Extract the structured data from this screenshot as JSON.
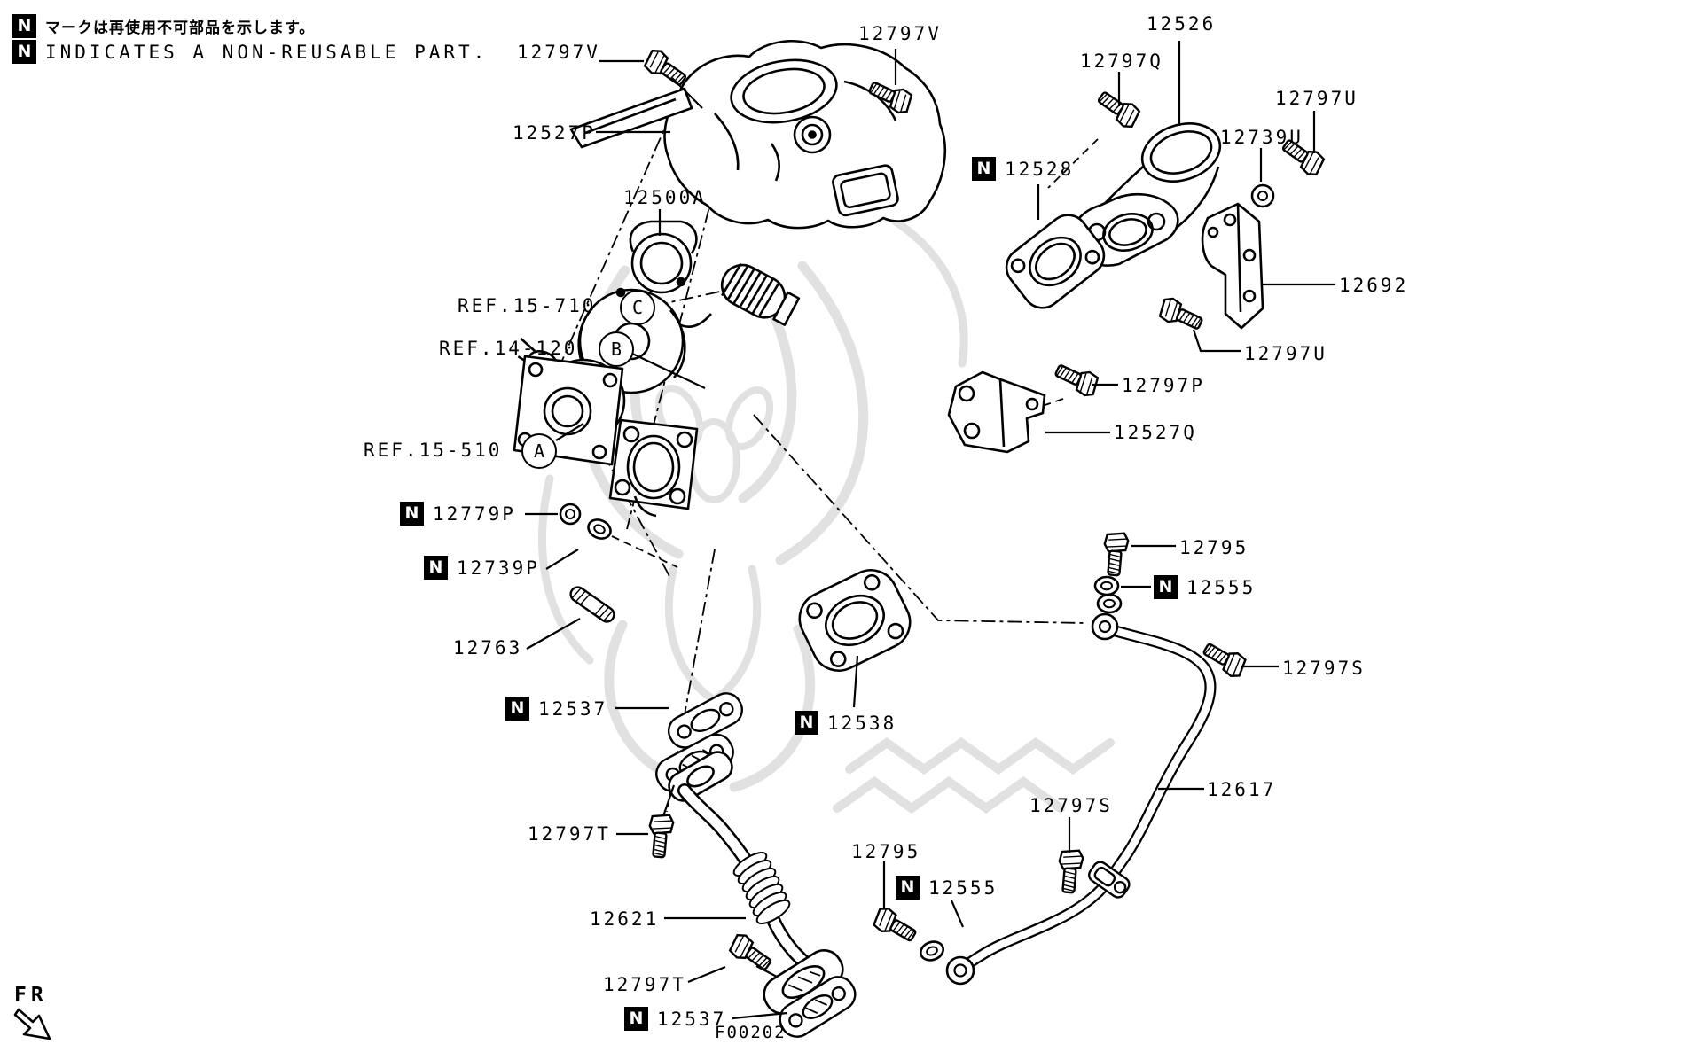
{
  "notes": {
    "n_mark": "N",
    "jp": "マークは再使用不可部品を示します。",
    "en": "INDICATES A NON-REUSABLE PART."
  },
  "figure_code": "F00202",
  "direction_indicator": "FR",
  "ref_callouts": {
    "c": {
      "text": "REF.15-710",
      "letter": "C"
    },
    "b": {
      "text": "REF.14-120",
      "letter": "B"
    },
    "a": {
      "text": "REF.15-510",
      "letter": "A"
    }
  },
  "part_labels": {
    "p12797v_a": "12797V",
    "p12797v_b": "12797V",
    "p12527p": "12527P",
    "p12500a": "12500A",
    "p12526": "12526",
    "p12797q": "12797Q",
    "p12797u_top": "12797U",
    "p12739u": "12739U",
    "p12528": "12528",
    "p12692": "12692",
    "p12797u_mid": "12797U",
    "p12797p": "12797P",
    "p12527q": "12527Q",
    "p12779p": "12779P",
    "p12739p": "12739P",
    "p12763": "12763",
    "p12537_upper": "12537",
    "p12538": "12538",
    "p12795_upper": "12795",
    "p12555_upper": "12555",
    "p12797s_upper": "12797S",
    "p12617": "12617",
    "p12797s_lower": "12797S",
    "p12795_lower": "12795",
    "p12555_lower": "12555",
    "p12797t_upper": "12797T",
    "p12621": "12621",
    "p12797t_lower": "12797T",
    "p12537_lower": "12537"
  }
}
